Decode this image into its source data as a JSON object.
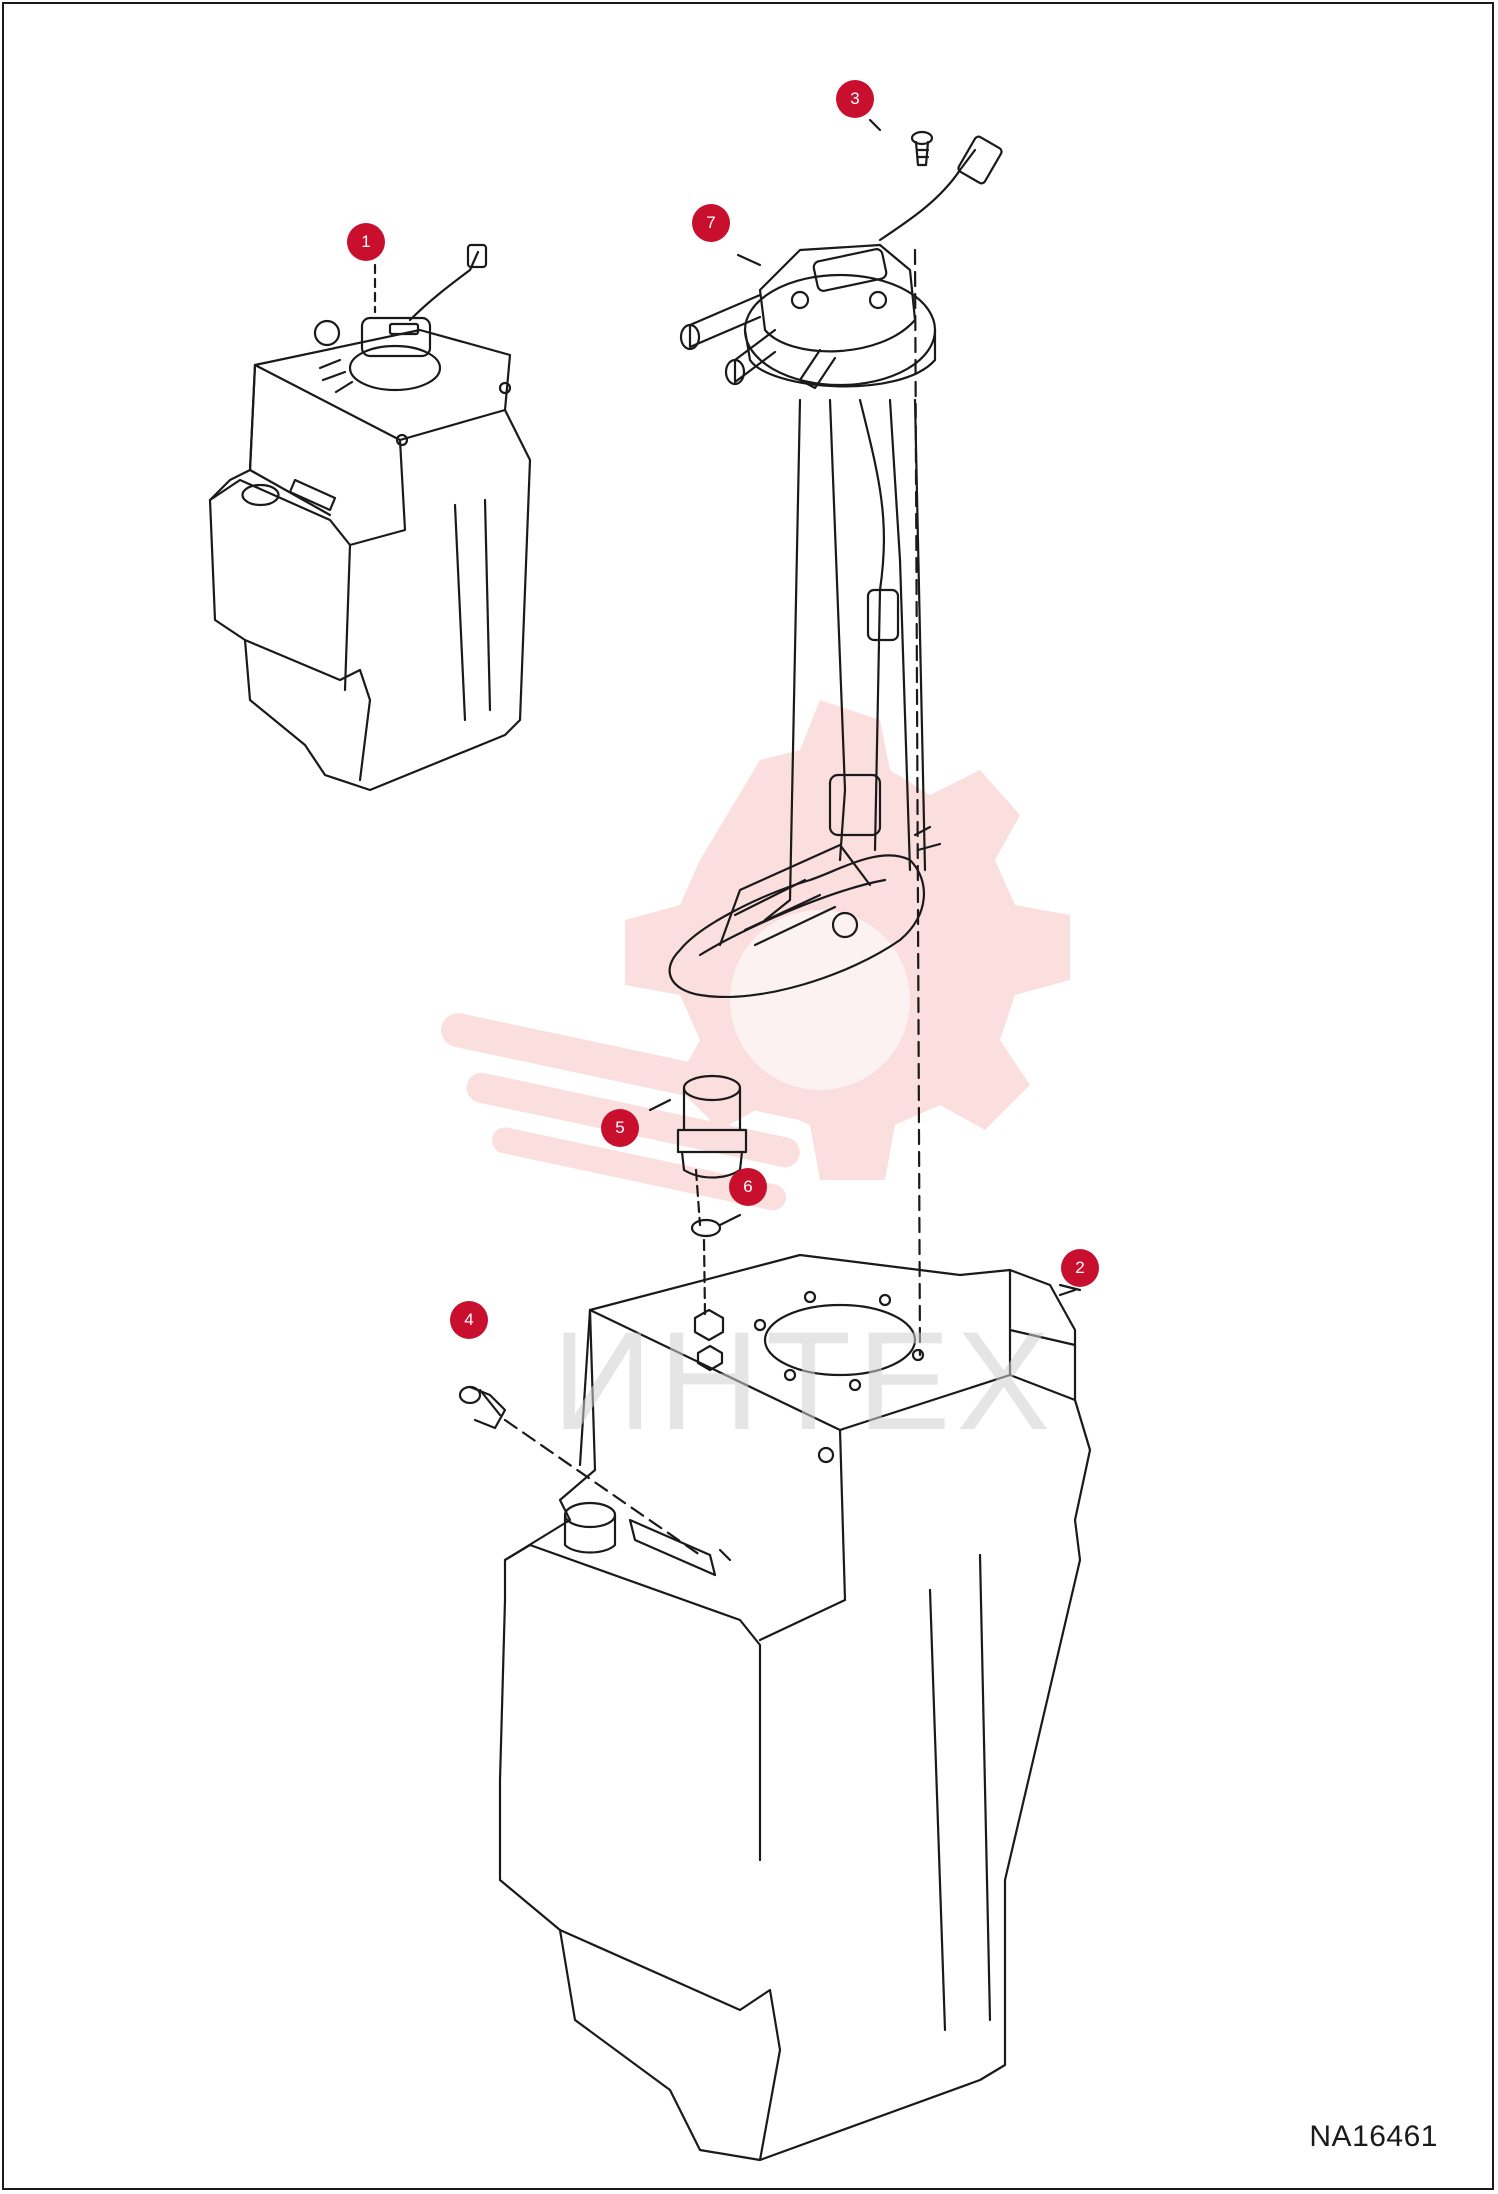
{
  "figure": {
    "reference_code": "NA16461",
    "watermark_text": "ИНТЕХ",
    "accent_color": "#c8102e",
    "watermark_color": "#f4b4b4"
  },
  "callouts": [
    {
      "id": "1",
      "label": "1"
    },
    {
      "id": "2",
      "label": "2"
    },
    {
      "id": "3",
      "label": "3"
    },
    {
      "id": "4",
      "label": "4"
    },
    {
      "id": "5",
      "label": "5"
    },
    {
      "id": "6",
      "label": "6"
    },
    {
      "id": "7",
      "label": "7"
    }
  ]
}
